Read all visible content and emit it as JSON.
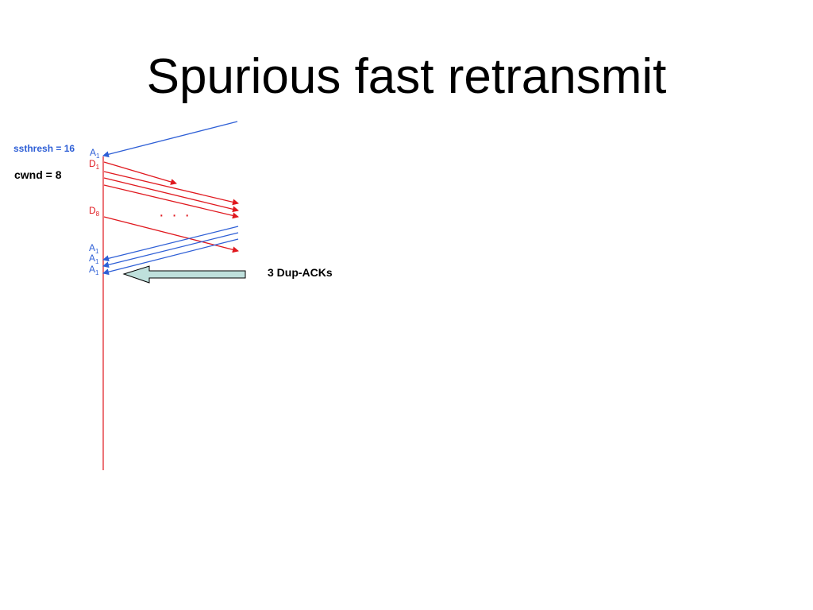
{
  "title": "Spurious fast retransmit",
  "labels": {
    "ssthresh": "ssthresh = 16",
    "cwnd": "cwnd = 8",
    "dup_acks": "3 Dup-ACKs",
    "ellipsis": "· · ·"
  },
  "segments": [
    {
      "name": "A",
      "sub": "1"
    },
    {
      "name": "D",
      "sub": "1"
    },
    {
      "name": "D",
      "sub": "8"
    },
    {
      "name": "A",
      "sub": "1"
    },
    {
      "name": "A",
      "sub": "1"
    },
    {
      "name": "A",
      "sub": "1"
    }
  ],
  "colors": {
    "data": "#e0181e",
    "ack": "#2e5fd6",
    "timeline": "#e0181e",
    "block_arrow_fill": "#bfe0dc",
    "block_arrow_stroke": "#000000"
  }
}
